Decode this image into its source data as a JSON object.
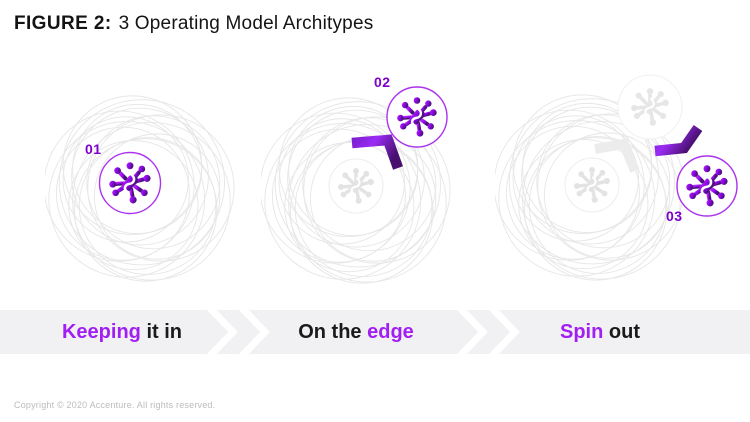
{
  "figure": {
    "label": "FIGURE 2:",
    "title": "3 Operating Model Architypes"
  },
  "diagram": {
    "step_labels": [
      "01",
      "02",
      "03"
    ],
    "icons": {
      "molecule": "innovation-molecule-icon",
      "chevron": "transition-chevron-icon",
      "rosette": "orbit-rosette-pattern",
      "separator": "chevron-right-separator-icon"
    }
  },
  "band": {
    "segments": [
      {
        "purple": "Keeping",
        "dark": " it in"
      },
      {
        "dark": "On the ",
        "purple": "edge"
      },
      {
        "purple": "Spin",
        "dark": " out"
      }
    ]
  },
  "footer": {
    "copyright": "Copyright © 2020 Accenture. All rights reserved."
  },
  "colors": {
    "text_dark": "#141414",
    "accent_purple": "#a11ff2",
    "step_label_purple": "#7d00cd",
    "molecule_purple_start": "#b023f7",
    "molecule_purple_end": "#451371",
    "molecule_gray": "#e3e3e3",
    "rosette_gray": "#e7e7e7",
    "band_bg": "#f1f1f3",
    "footer_gray": "#bcbcbc"
  }
}
